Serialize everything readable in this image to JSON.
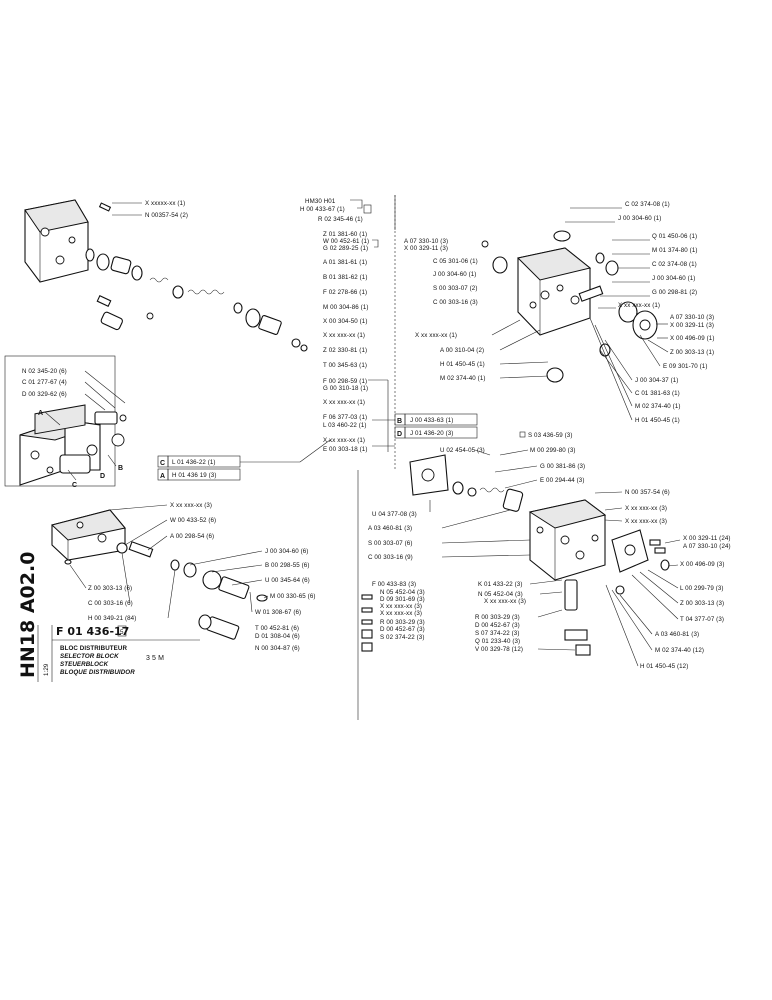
{
  "sheet": {
    "vertical_code": "HN18 A02.0",
    "scale": "1:29",
    "part_number": "F 01 436-17",
    "revision_mark": "5",
    "titles": [
      "BLOC DISTRIBUTEUR",
      "SELECTOR BLOCK",
      "STEUERBLOCK",
      "BLOQUE DISTRIBUIDOR"
    ],
    "model": "3 5 M"
  },
  "labels": {
    "tl": [
      "X xxxxx-xx (1)",
      "N 00357-54 (2)"
    ],
    "top_center_head": "HM30 H01",
    "top_center": [
      "H 00 433-67 (1)",
      "R 02 345-46 (1)",
      "Z 01 381-60 (1)",
      "W 00 452-61 (1)",
      "G 02 289-25 (1)",
      "A 07 330-10 (3)",
      "X 00 329-11 (3)",
      "A 01 381-61 (1)",
      "B 01 381-62 (1)",
      "F 02 278-66 (1)",
      "M 00 304-86 (1)",
      "X 00 304-50 (1)",
      "X xx xxx-xx (1)",
      "Z 02 330-81 (1)",
      "T 00 345-63 (1)",
      "F 00 298-59 (1)",
      "G 00 310-18 (1)",
      "X xx xxx-xx (1)",
      "F 06 377-03 (1)",
      "L 03 460-22 (1)",
      "X xx xxx-xx (1)",
      "E 00 303-18 (1)"
    ],
    "box_refs": [
      {
        "letter": "B",
        "text": "J 00 433-63 (1)"
      },
      {
        "letter": "D",
        "text": "J 01 436-20 (3)"
      },
      {
        "letter": "C",
        "text": "L 01 436-22 (1)"
      },
      {
        "letter": "A",
        "text": "H 01 436 19 (3)"
      }
    ],
    "left_mid": [
      "N 02 345-20 (6)",
      "C 01 277-67 (4)",
      "D 00 329-62 (6)"
    ],
    "assembly_letters": [
      "A",
      "B",
      "C",
      "D"
    ],
    "top_right_col1": [
      "C 05 301-06 (1)",
      "J 00 304-60 (1)",
      "S 00 303-07 (2)",
      "C 00 303-16 (3)",
      "X xx xxx-xx (1)",
      "A 00 310-04 (2)",
      "H 01 450-45 (1)",
      "M 02 374-40 (1)"
    ],
    "top_right_col2": [
      "C 02 374-08 (1)",
      "J 00 304-60 (1)",
      "Q 01 450-06 (1)",
      "M 01 374-80 (1)",
      "C 02 374-08 (1)",
      "J 00 304-60 (1)",
      "G 00 298-81 (2)",
      "X xx xxx-xx (1)",
      "A 07 330-10 (3)",
      "X 00 329-11 (3)",
      "X 00 496-09 (1)",
      "Z 00 303-13 (1)",
      "E 09 301-70 (1)",
      "J 00 304-37 (1)",
      "C 01 381-63 (1)",
      "M 02 374-40 (1)",
      "H 01 450-45 (1)"
    ],
    "bottom_left": [
      "X xx xxx-xx (3)",
      "W 00 433-52 (6)",
      "A 00 298-54 (6)",
      "J 00 304-60 (6)",
      "B 00 298-55 (6)",
      "U 00 345-64 (6)",
      "M 00 330-65 (6)",
      "W 01 308-67 (6)",
      "T 00 452-81 (6)",
      "D 01 308-04 (6)",
      "N 00 304-87 (6)",
      "Z 00 303-13 (6)",
      "C 00 303-16 (6)",
      "H 00 349-21 (84)"
    ],
    "bottom_right_top": [
      "S 03 436-59 (3)",
      "U 02 454-05 (3)",
      "M 00 299-80 (3)",
      "G 00 381-86 (3)",
      "E 00 294-44 (3)",
      "N 00 357-54 (6)",
      "U 04 377-08 (3)",
      "A 03 460-81 (3)",
      "X xx xxx-xx (3)",
      "X xx xxx-xx (3)",
      "S 00 303-07 (6)",
      "C 00 303-16 (9)"
    ],
    "bottom_right_mid": [
      "F 00 433-83 (3)",
      "K 01 433-22 (3)",
      "N 05 452-04 (3)",
      "D 09 301-69 (3)",
      "X xx xxx-xx (3)",
      "N 05 452-04 (3)",
      "X xx xxx-xx (3)",
      "X xx xxx-xx (3)",
      "R 00 303-29 (3)",
      "D 00 452-67 (3)",
      "S 02 374-22 (3)",
      "R 00 303-29 (3)",
      "D 00 452-67 (3)",
      "S 07 374-22 (3)",
      "Q 01 233-40 (3)",
      "V 00 329-78 (12)"
    ],
    "bottom_right_right": [
      "X 00 329-11 (24)",
      "A 07 330-10 (24)",
      "X 00 496-09 (3)",
      "L 00 299-79 (3)",
      "Z 00 303-13 (3)",
      "T 04 377-07 (3)",
      "A 03 460-81 (3)",
      "M 02 374-40 (12)",
      "H 01 450-45 (12)"
    ]
  }
}
